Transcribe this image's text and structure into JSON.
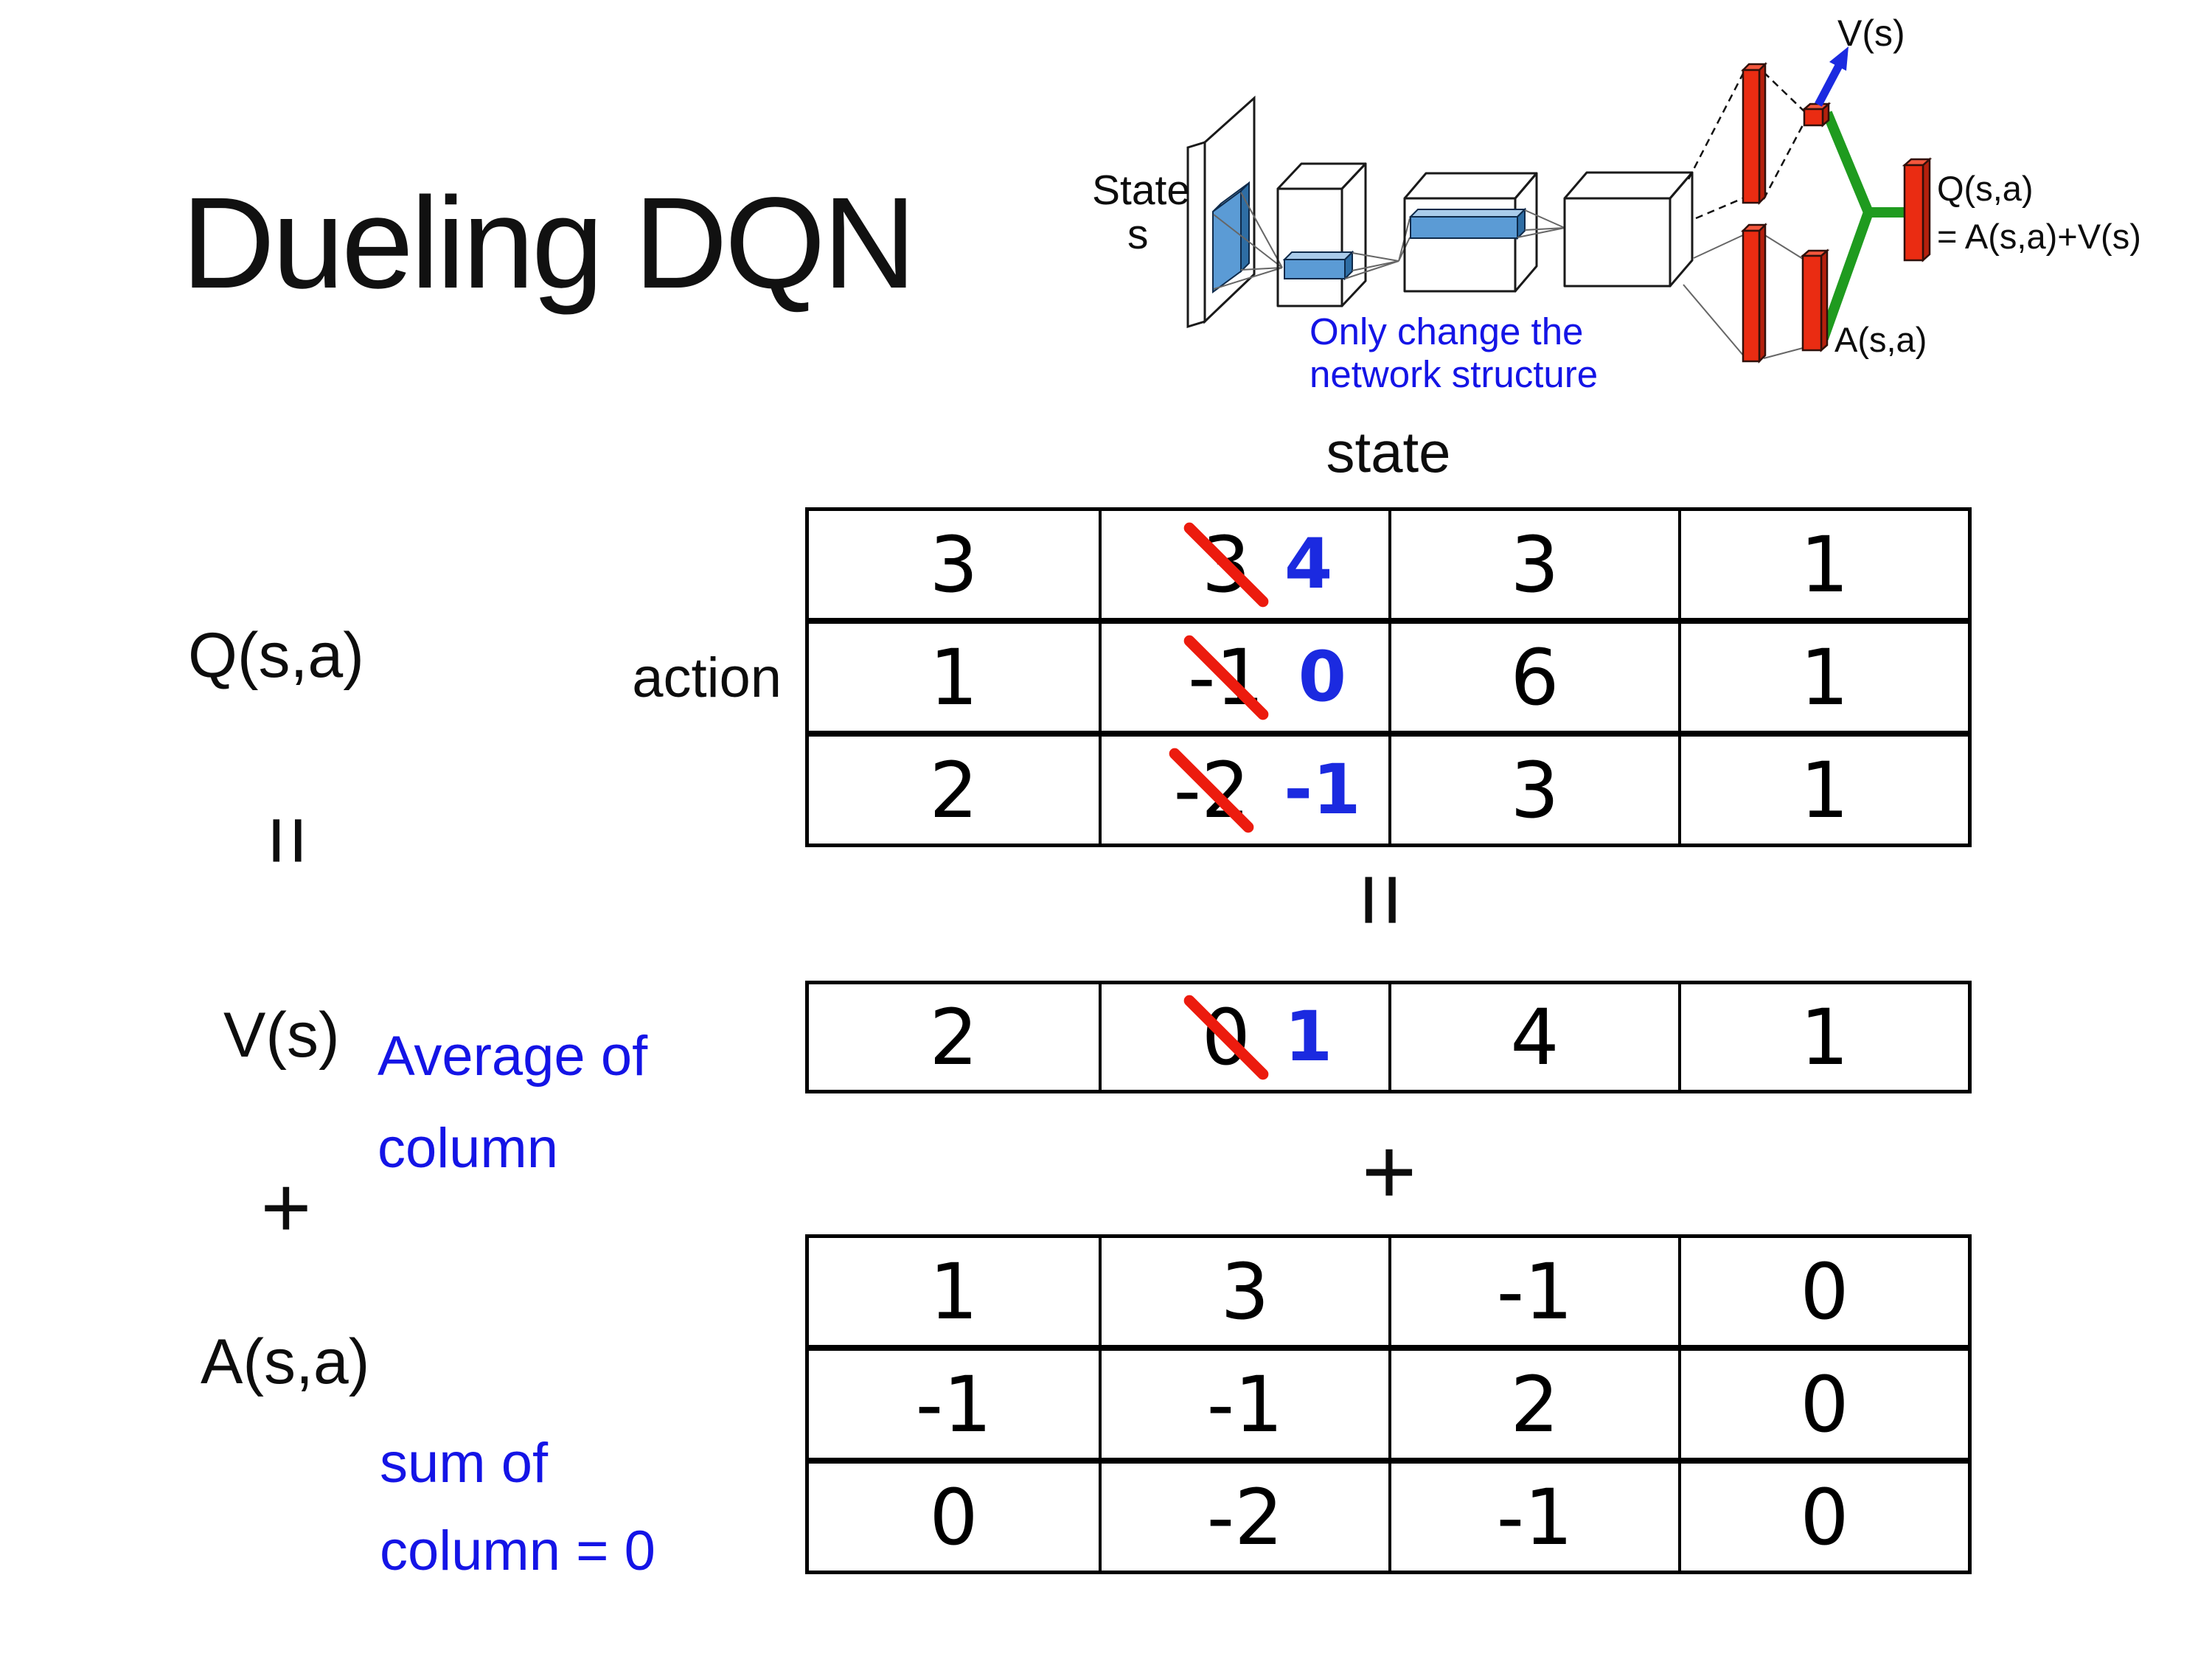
{
  "title": "Dueling DQN",
  "colors": {
    "accent_blue": "#1B2AE0",
    "note_blue": "#1414E6",
    "strike_red": "#EC1B0E",
    "bar_red": "#EA2C12",
    "green": "#1F9B1F",
    "filter_blue": "#5B9BD5"
  },
  "diagram": {
    "state_line1": "State",
    "state_line2": "s",
    "note_line1": "Only change the",
    "note_line2": "network structure",
    "v_out_label": "V(s)",
    "a_out_label": "A(s,a)",
    "q_out_line1": "Q(s,a)",
    "q_out_line2": "= A(s,a)+V(s)"
  },
  "equation": {
    "q_label": "Q(s,a)",
    "state_label": "state",
    "action_label": "action",
    "equals": "=",
    "plus": "+",
    "v_label": "V(s)",
    "a_label": "A(s,a)",
    "avg_note_line1": "Average of",
    "avg_note_line2": "column",
    "sum_note_line1": "sum of",
    "sum_note_line2": "column = 0"
  },
  "tables": {
    "q_rows": [
      [
        {
          "v": "3"
        },
        {
          "old": "3",
          "new": "4"
        },
        {
          "v": "3"
        },
        {
          "v": "1"
        }
      ],
      [
        {
          "v": "1"
        },
        {
          "old": "-1",
          "new": "0"
        },
        {
          "v": "6"
        },
        {
          "v": "1"
        }
      ],
      [
        {
          "v": "2"
        },
        {
          "old": "-2",
          "new": "-1"
        },
        {
          "v": "3"
        },
        {
          "v": "1"
        }
      ]
    ],
    "v_rows": [
      [
        {
          "v": "2"
        },
        {
          "old": "0",
          "new": "1"
        },
        {
          "v": "4"
        },
        {
          "v": "1"
        }
      ]
    ],
    "a_rows": [
      [
        {
          "v": "1"
        },
        {
          "v": "3"
        },
        {
          "v": "-1"
        },
        {
          "v": "0"
        }
      ],
      [
        {
          "v": "-1"
        },
        {
          "v": "-1"
        },
        {
          "v": "2"
        },
        {
          "v": "0"
        }
      ],
      [
        {
          "v": "0"
        },
        {
          "v": "-2"
        },
        {
          "v": "-1"
        },
        {
          "v": "0"
        }
      ]
    ]
  }
}
